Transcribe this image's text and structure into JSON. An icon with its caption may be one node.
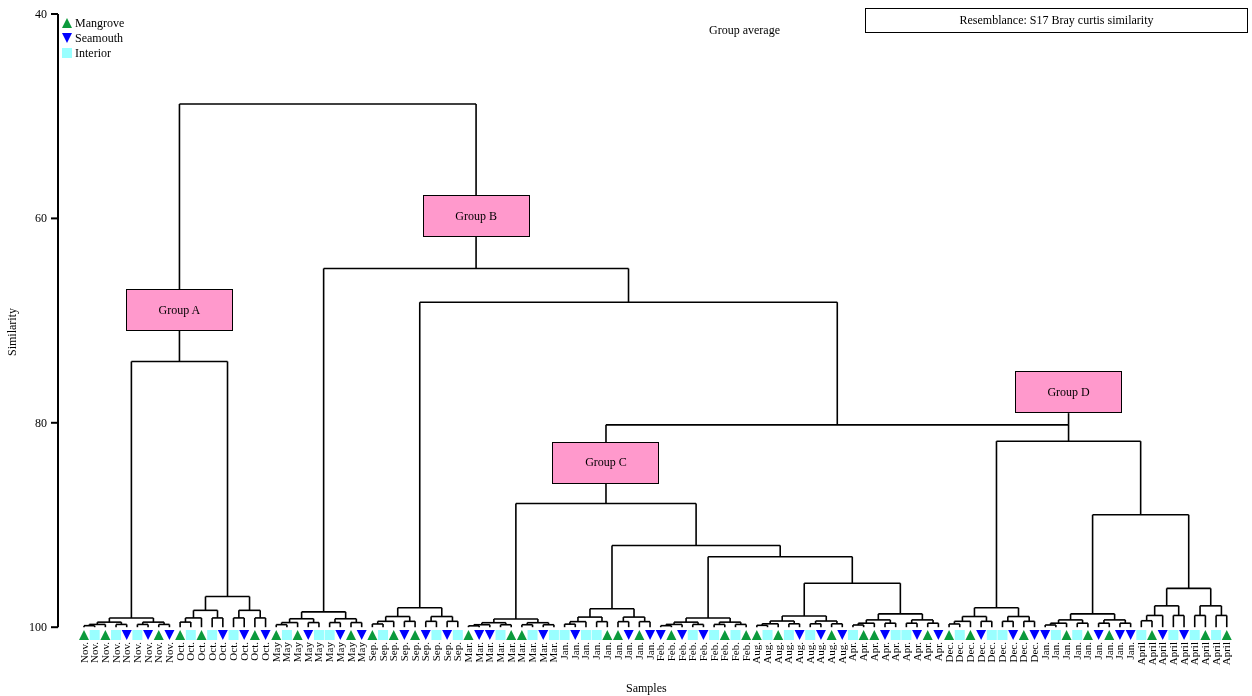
{
  "diagram": {
    "title": "Group average",
    "nodes": [
      {
        "text": [
          "Resemblance: S17 Bray curtis similarity"
        ]
      },
      {
        "text": [
          "Group B"
        ]
      },
      {
        "text": [
          "Group A"
        ]
      },
      {
        "text": [
          "Group D"
        ]
      },
      {
        "text": [
          "Group C"
        ]
      }
    ],
    "labels": [
      "40",
      "60",
      "80",
      "100",
      "Similarity",
      "Nov.",
      "Nov.",
      "Nov.",
      "Nov.",
      "Nov.",
      "Nov.",
      "Nov.",
      "Nov.",
      "Nov.",
      "Oct.",
      "Oct.",
      "Oct.",
      "Oct.",
      "Oct.",
      "Oct.",
      "Oct.",
      "Oct.",
      "Oct.",
      "May",
      "May",
      "May",
      "May",
      "May",
      "May",
      "May",
      "May",
      "May",
      "Sep.",
      "Sep.",
      "Sep.",
      "Sep.",
      "Sep.",
      "Sep.",
      "Sep.",
      "Sep.",
      "Sep.",
      "Mar.",
      "Mar.",
      "Mar.",
      "Mar.",
      "Mar.",
      "Mar.",
      "Mar.",
      "Mar.",
      "Mar.",
      "Jan.",
      "Jan.",
      "Jan.",
      "Jan.",
      "Jan.",
      "Jan.",
      "Jan.",
      "Jan.",
      "Jan.",
      "Feb.",
      "Feb.",
      "Feb.",
      "Feb.",
      "Feb.",
      "Feb.",
      "Feb.",
      "Feb.",
      "Feb.",
      "Aug.",
      "Aug.",
      "Aug.",
      "Aug.",
      "Aug.",
      "Aug.",
      "Aug.",
      "Aug.",
      "Aug.",
      "Apr.",
      "Apr.",
      "Apr.",
      "Apr.",
      "Apr.",
      "Apr.",
      "Apr.",
      "Apr.",
      "Apr.",
      "Dec.",
      "Dec.",
      "Dec.",
      "Dec.",
      "Dec.",
      "Dec.",
      "Dec.",
      "Dec.",
      "Dec.",
      "Jan.",
      "Jan.",
      "Jan.",
      "Jan.",
      "Jan.",
      "Jan.",
      "Jan.",
      "Jan.",
      "Jan.",
      "April",
      "April",
      "April",
      "April",
      "April",
      "April",
      "April",
      "April",
      "April",
      "Samples"
    ],
    "legend": [
      {
        "text": "Mangrove"
      },
      {
        "text": "Seamouth"
      },
      {
        "text": "Interior"
      }
    ]
  }
}
